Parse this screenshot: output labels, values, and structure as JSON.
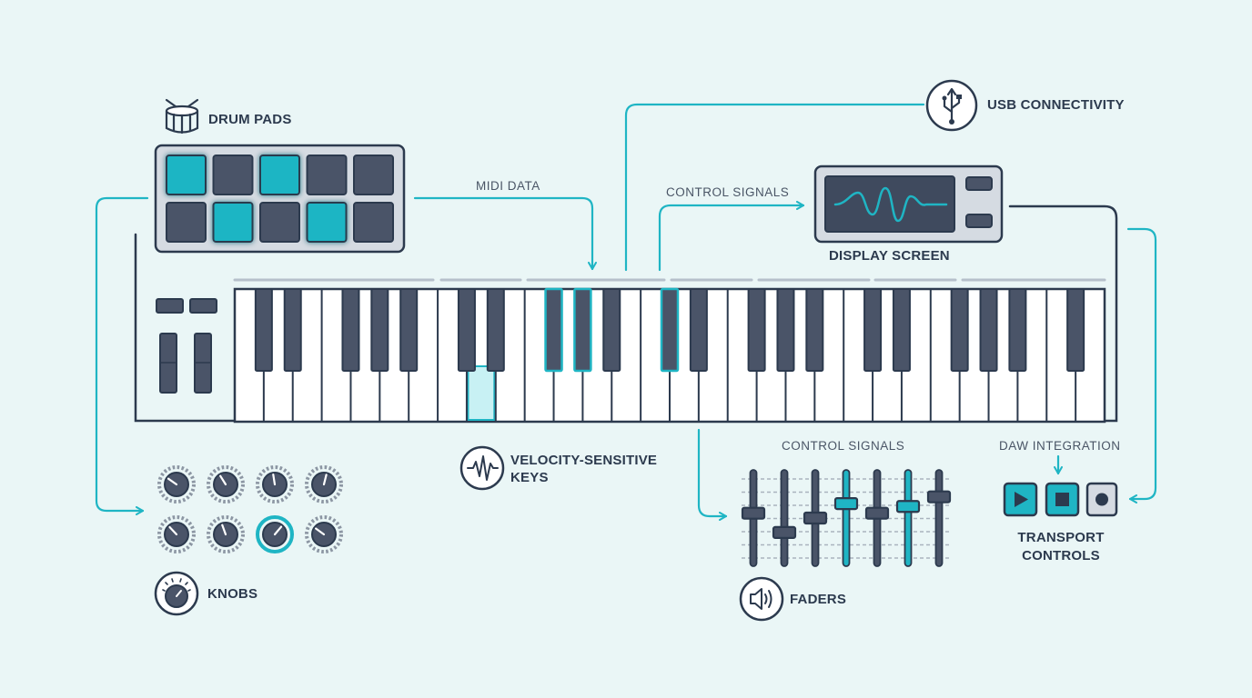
{
  "labels": {
    "drum_pads": "DRUM PADS",
    "usb": "USB CONNECTIVITY",
    "display": "DISPLAY SCREEN",
    "velocity_line1": "VELOCITY-SENSITIVE",
    "velocity_line2": "KEYS",
    "knobs": "KNOBS",
    "faders": "FADERS",
    "transport_line1": "TRANSPORT",
    "transport_line2": "CONTROLS"
  },
  "flows": {
    "midi_data": "MIDI DATA",
    "control_signals_display": "CONTROL SIGNALS",
    "control_signals_faders": "CONTROL SIGNALS",
    "daw_integration": "DAW INTEGRATION"
  },
  "drum_pads": {
    "columns": 5,
    "active": [
      true,
      false,
      true,
      false,
      false,
      false,
      true,
      false,
      true,
      false
    ]
  },
  "keyboard": {
    "white_keys": 30,
    "highlighted_white": [
      8
    ],
    "highlighted_black": [
      7,
      8,
      10
    ]
  },
  "knobs": {
    "columns": 4,
    "active": [
      false,
      false,
      false,
      false,
      false,
      false,
      true,
      false
    ]
  },
  "faders": {
    "levels": [
      0.55,
      0.35,
      0.5,
      0.65,
      0.55,
      0.62,
      0.72
    ],
    "active": [
      false,
      false,
      false,
      true,
      false,
      true,
      false
    ]
  },
  "transport": {
    "buttons": [
      "play-icon",
      "stop-icon",
      "record-icon"
    ]
  },
  "colors": {
    "background": "#eaf6f6",
    "accent": "#1fb5c4",
    "accent_dark": "#1591a0",
    "dark": "#4a5468",
    "line": "#2c3a4e",
    "panel": "#d5dbe2"
  }
}
